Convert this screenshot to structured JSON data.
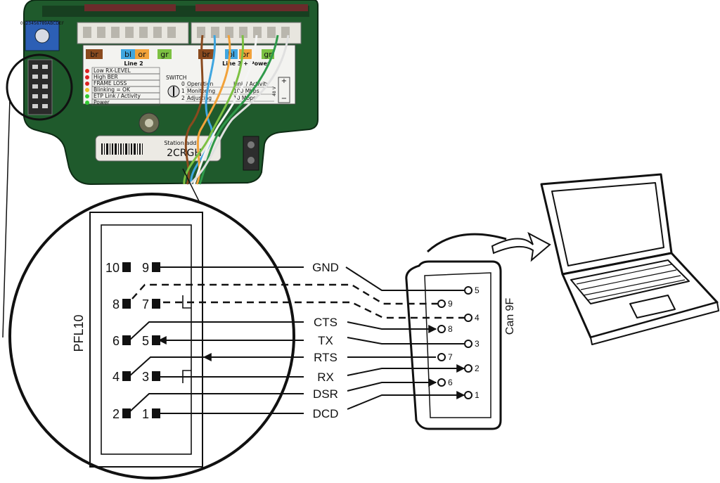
{
  "pcb": {
    "line2_label": "Line 2",
    "line3_label": "Line 3 + Power",
    "color_tags_left": [
      "br",
      "bl",
      "or",
      "gr"
    ],
    "color_tags_right": [
      "br",
      "bl",
      "or",
      "gr"
    ],
    "dial_digits": "0123456789ABCDEF",
    "led_labels": [
      "Low RX-LEVEL",
      "High BER",
      "FRAME LOSS",
      "Blinking = OK",
      "ETP Link / Activity",
      "Power"
    ],
    "switch_title": "SWITCH",
    "switch_rows": [
      {
        "num": "0",
        "name": "Operation",
        "val": "Link / Activity"
      },
      {
        "num": "1",
        "name": "Monitoring",
        "val": "100 Mbps"
      },
      {
        "num": "2",
        "name": "Adjusting",
        "val": "10 Mbps"
      }
    ],
    "power_label": "48 V",
    "sticker_label": "Station addr",
    "sticker_code": "2CRGH",
    "colors": {
      "board": "#1f5a2c",
      "board_dark": "#123d1c",
      "header": "#e8e6df"
    }
  },
  "pfl": {
    "title": "PFL10",
    "pins": [
      {
        "num": "10"
      },
      {
        "num": "9"
      },
      {
        "num": "8"
      },
      {
        "num": "7"
      },
      {
        "num": "6"
      },
      {
        "num": "5"
      },
      {
        "num": "4"
      },
      {
        "num": "3"
      },
      {
        "num": "2"
      },
      {
        "num": "1"
      }
    ]
  },
  "signals": [
    "GND",
    "CTS",
    "TX",
    "RTS",
    "RX",
    "DSR",
    "DCD"
  ],
  "db9": {
    "title": "Can 9F",
    "pins": [
      "5",
      "9",
      "4",
      "8",
      "3",
      "7",
      "2",
      "6",
      "1"
    ]
  },
  "icons": {
    "laptop": "laptop-icon",
    "arrow": "curved-arrow-icon"
  }
}
